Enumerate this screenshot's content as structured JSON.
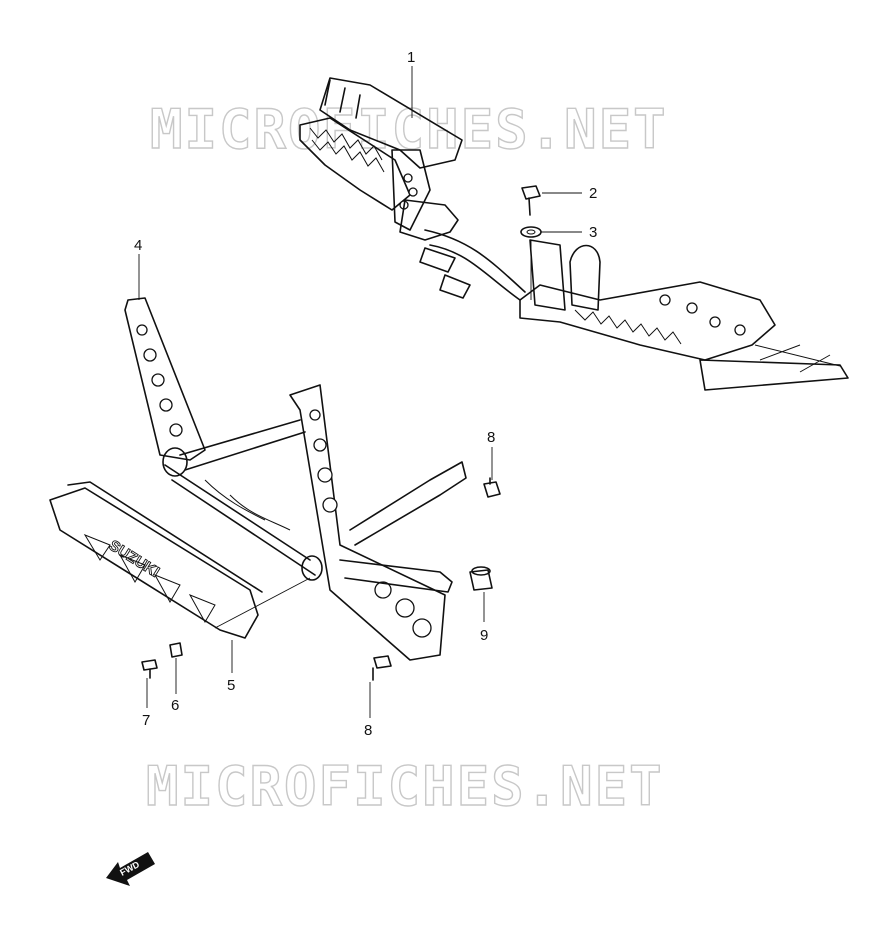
{
  "watermarks": [
    "MICROFICHES.NET",
    "MICROFICHES.NET"
  ],
  "callouts": [
    "1",
    "2",
    "3",
    "4",
    "5",
    "6",
    "7",
    "8",
    "8",
    "9"
  ],
  "brand_on_guard": "SUZUKI",
  "direction_arrow": {
    "label": "FWD",
    "icon": "fwd-arrow-icon"
  },
  "colors": {
    "line": "#111111",
    "watermark": "#c8c8c8",
    "background": "#ffffff"
  }
}
